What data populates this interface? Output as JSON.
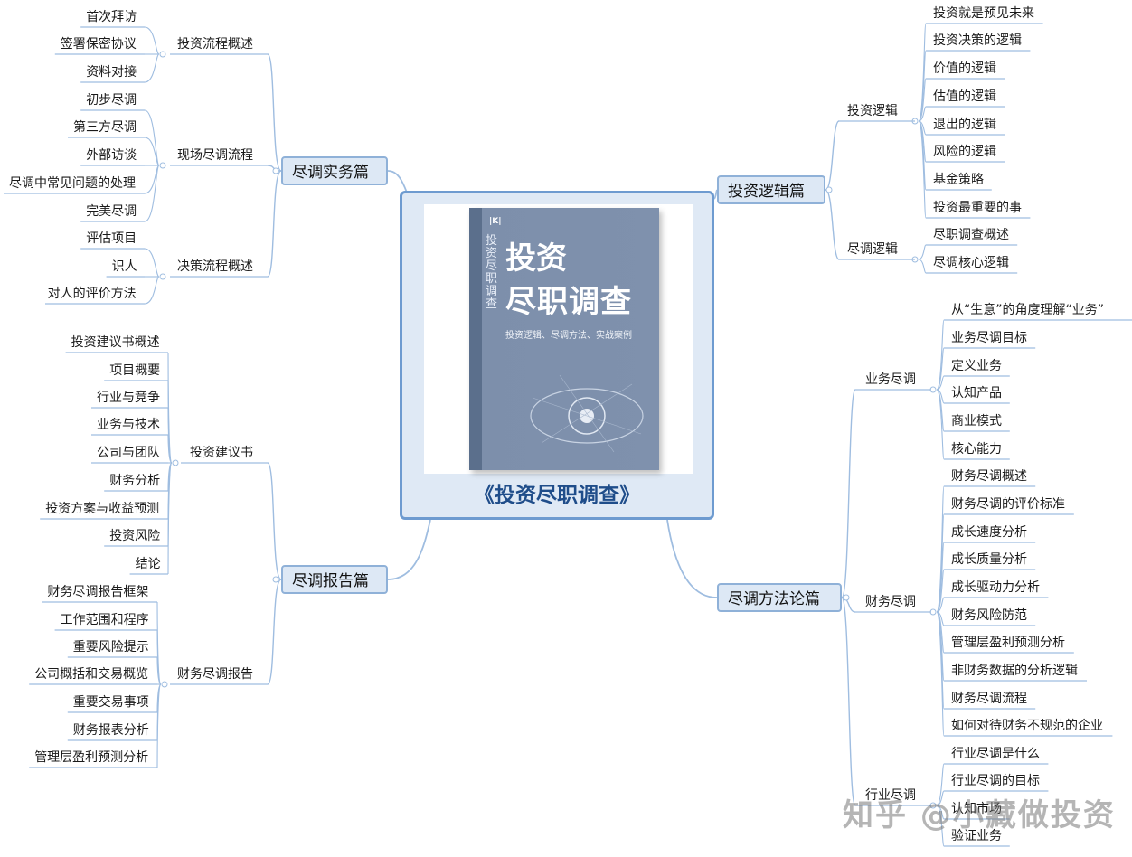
{
  "center": {
    "title": "《投资尽职调查》",
    "cover": {
      "title_line1": "投资",
      "title_line2": "尽职调查",
      "subtitle": "投资逻辑、尽调方法、实战案例",
      "spine_text": "投资尽职调查"
    }
  },
  "chapters": {
    "practice": {
      "label": "尽调实务篇",
      "groups": [
        {
          "label": "投资流程概述",
          "items": [
            "首次拜访",
            "签署保密协议",
            "资料对接"
          ]
        },
        {
          "label": "现场尽调流程",
          "items": [
            "初步尽调",
            "第三方尽调",
            "外部访谈",
            "尽调中常见问题的处理",
            "完美尽调"
          ]
        },
        {
          "label": "决策流程概述",
          "items": [
            "评估项目",
            "识人",
            "对人的评价方法"
          ]
        }
      ]
    },
    "report": {
      "label": "尽调报告篇",
      "groups": [
        {
          "label": "投资建议书",
          "items": [
            "投资建议书概述",
            "项目概要",
            "行业与竞争",
            "业务与技术",
            "公司与团队",
            "财务分析",
            "投资方案与收益预测",
            "投资风险",
            "结论"
          ]
        },
        {
          "label": "财务尽调报告",
          "items": [
            "财务尽调报告框架",
            "工作范围和程序",
            "重要风险提示",
            "公司概括和交易概览",
            "重要交易事项",
            "财务报表分析",
            "管理层盈利预测分析"
          ]
        }
      ]
    },
    "logic": {
      "label": "投资逻辑篇",
      "groups": [
        {
          "label": "投资逻辑",
          "items": [
            "投资就是预见未来",
            "投资决策的逻辑",
            "价值的逻辑",
            "估值的逻辑",
            "退出的逻辑",
            "风险的逻辑",
            "基金策略",
            "投资最重要的事"
          ]
        },
        {
          "label": "尽调逻辑",
          "items": [
            "尽职调查概述",
            "尽调核心逻辑"
          ]
        }
      ]
    },
    "method": {
      "label": "尽调方法论篇",
      "groups": [
        {
          "label": "业务尽调",
          "items": [
            "从“生意”的角度理解“业务”",
            "业务尽调目标",
            "定义业务",
            "认知产品",
            "商业模式",
            "核心能力"
          ]
        },
        {
          "label": "财务尽调",
          "items": [
            "财务尽调概述",
            "财务尽调的评价标准",
            "成长速度分析",
            "成长质量分析",
            "成长驱动力分析",
            "财务风险防范",
            "管理层盈利预测分析",
            "非财务数据的分析逻辑",
            "财务尽调流程",
            "如何对待财务不规范的企业"
          ]
        },
        {
          "label": "行业尽调",
          "items": [
            "行业尽调是什么",
            "行业尽调的目标",
            "认知市场",
            "验证业务"
          ]
        }
      ]
    }
  },
  "watermark": "知乎 @小藏做投资",
  "colors": {
    "line": "#9fbde0",
    "node_fill": "#dde8f5",
    "node_border": "#8fb1d8",
    "center_border": "#6e9bd0",
    "title": "#1f4d8a"
  }
}
